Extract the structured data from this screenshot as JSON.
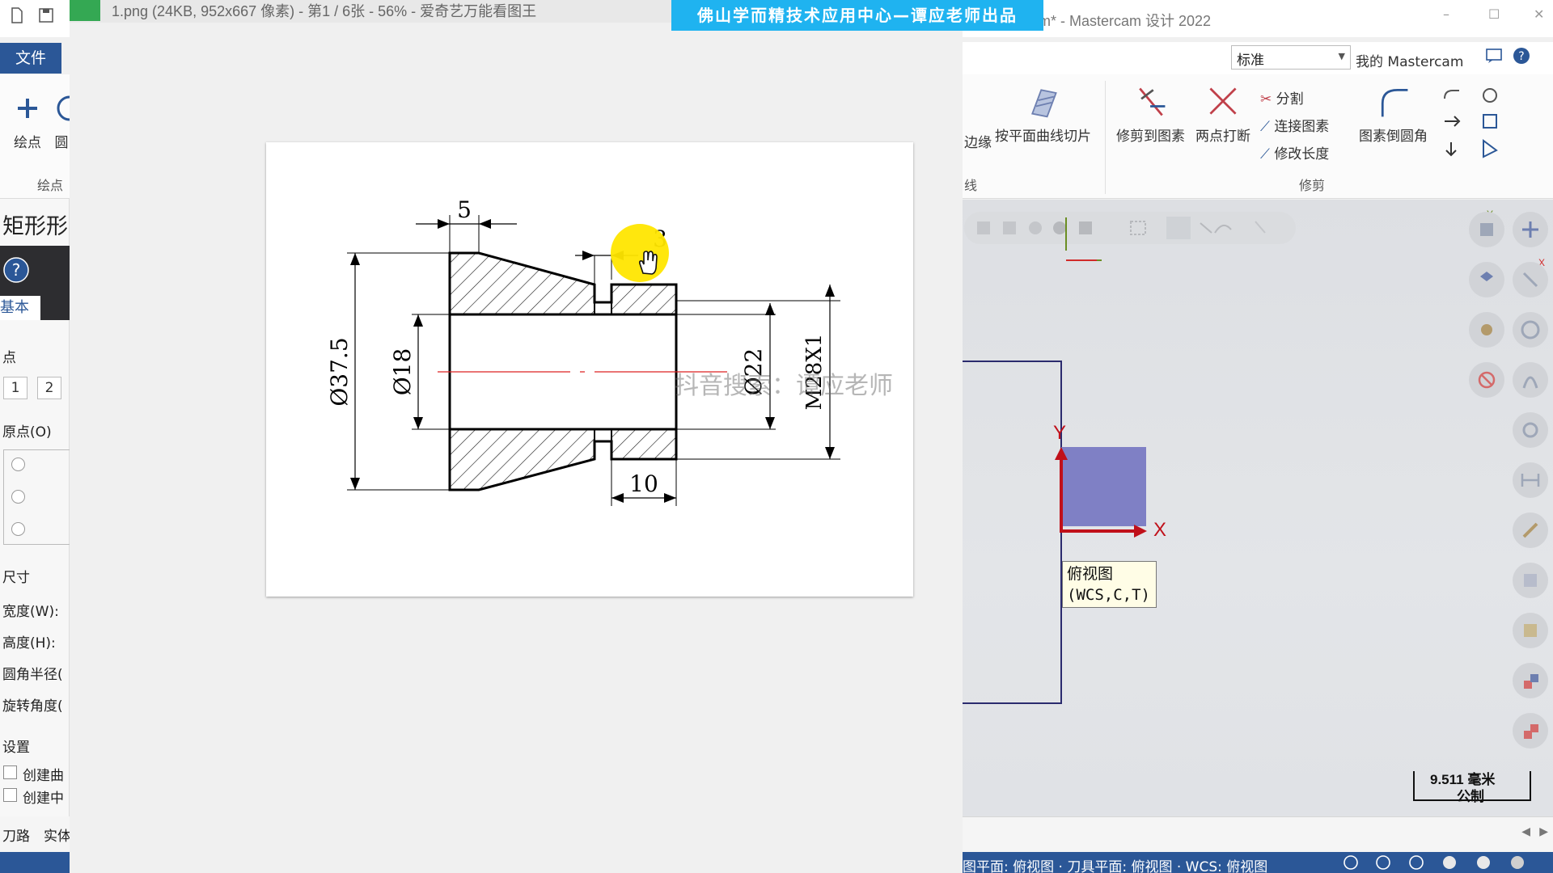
{
  "mastercam": {
    "title": "m* - Mastercam 设计 2022",
    "file_tab": "文件",
    "view_select": "标准",
    "my_mastercam": "我的 Mastercam",
    "ribbon": {
      "left_buttons": [
        {
          "label": "绘点"
        },
        {
          "label": "圆"
        }
      ],
      "left_group": "绘点",
      "partial_edge": "边缘",
      "planar_slice": "按平面曲线切片",
      "partial_line": "线",
      "trim_to_entity": "修剪到图素",
      "two_point_break": "两点打断",
      "split": "分割",
      "join": "连接图素",
      "modify_length": "修改长度",
      "fillet": "图素倒圆角",
      "trim_group": "修剪"
    },
    "left_panel": {
      "title": "矩形形",
      "tab_basic": "基本",
      "point_section": "点",
      "point_buttons": [
        "1",
        "2"
      ],
      "origin": "原点(O)",
      "size_section": "尺寸",
      "width": "宽度(W):",
      "height": "高度(H):",
      "corner_radius": "圆角半径(",
      "rotation": "旋转角度(",
      "settings": "设置",
      "create_curve": "创建曲",
      "create_center": "创建中",
      "bottom_tabs": [
        "刀路",
        "实体"
      ]
    },
    "viewport": {
      "view_label_line1": "俯视图",
      "view_label_line2": "(WCS,C,T)",
      "axis_x": "X",
      "axis_y": "Y",
      "gnomon_x": "X",
      "gnomon_y": "Y",
      "scale_value": "9.511 毫米",
      "scale_unit": "公制"
    },
    "statusbar": "图平面: 俯视图  ·  刀具平面: 俯视图  ·  WCS: 俯视图",
    "colors": {
      "file_tab": "#2b5797",
      "status_bar": "#2b5797",
      "wcs_box": "#7f80c5",
      "axis": "#c0101a"
    }
  },
  "viewer": {
    "title": "1.png (24KB, 952x667 像素) - 第1 / 6张 - 56% - 爱奇艺万能看图王",
    "banner": "佛山学而精技术应用中心—谭应老师出品",
    "watermark": "抖音搜索：谭应老师",
    "drawing": {
      "dim_top_left": "5",
      "dim_groove_width": "3",
      "dim_outer_diameter": "Ø37.5",
      "dim_bore": "Ø18",
      "dim_groove_diameter": "Ø22",
      "dim_thread": "M28X1",
      "dim_thread_length": "10"
    }
  }
}
